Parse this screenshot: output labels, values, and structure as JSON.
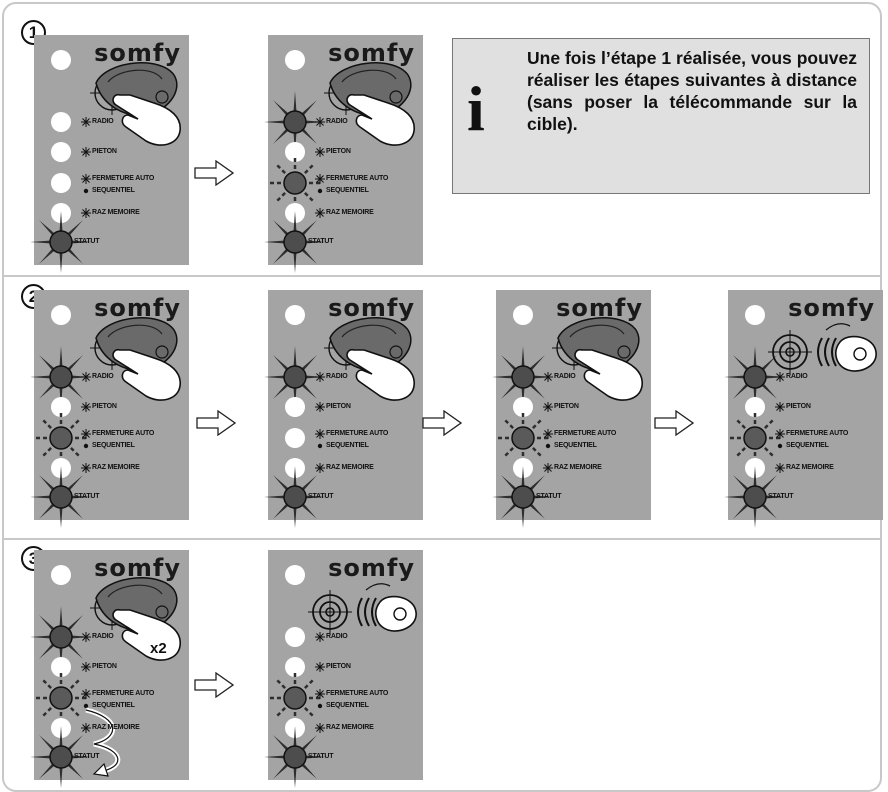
{
  "brand": "somfy",
  "steps": [
    "1",
    "2",
    "3"
  ],
  "panel_labels": {
    "radio": "RADIO",
    "pieton": "PIETON",
    "fermeture": "FERMETURE AUTO",
    "sequentiel": "SEQUENTIEL",
    "raz": "RAZ MEMOIRE",
    "statut": "STATUT"
  },
  "press_badge": "x2",
  "info_text": "Une fois l’étape 1 réalisée, vous pouvez réaliser les étapes suivantes à distance (sans poser la télécommande sur la cible).",
  "colors": {
    "panel": "#a4a4a4",
    "info_bg": "#e0e0e0",
    "frame": "#c8c8c8",
    "led_off": "#ffffff",
    "led_on": "#555555"
  },
  "icons": {
    "info": "info-i-icon",
    "arrow": "right-arrow-icon",
    "remote": "remote-press-icon",
    "target": "target-icon"
  }
}
